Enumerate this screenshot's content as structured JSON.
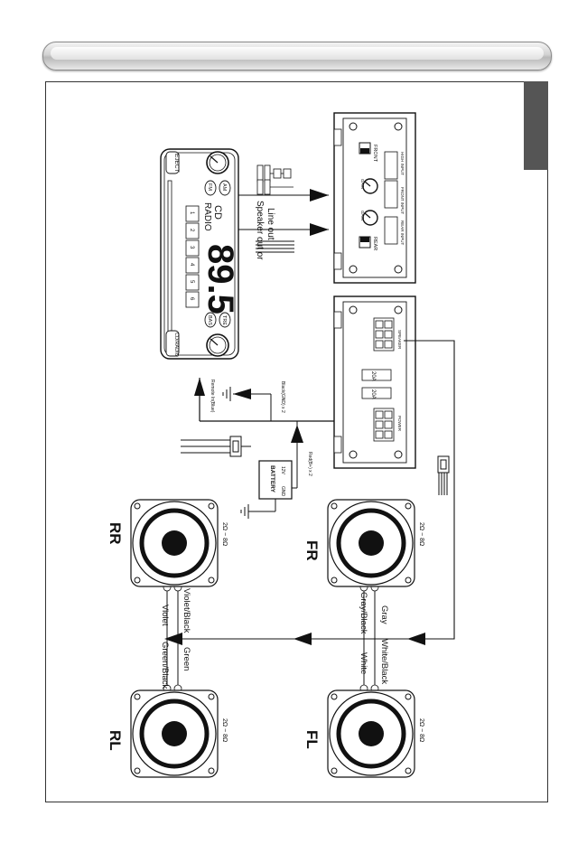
{
  "head_unit": {
    "eject": "EJECT",
    "am": "AM",
    "fm": "FM",
    "cd": "CD",
    "radio": "RADIO",
    "frequency": "89.5",
    "presets": [
      "1",
      "2",
      "3",
      "4",
      "5",
      "6"
    ],
    "tre": "TRE",
    "bas": "BAS",
    "function": "CD/RADIO"
  },
  "signal_labels": {
    "speaker_out_or": "Speaker out or",
    "line_out": "Line out"
  },
  "amp_top": {
    "front": "FRONT",
    "rear": "REAR",
    "front_input": "FRONT INPUT",
    "rear_input": "REAR INPUT",
    "high_input": "HIGH INPUT",
    "gain": "GAIN"
  },
  "amp_bottom": {
    "fuse1": "20A",
    "fuse2": "20A",
    "power": "POWER",
    "speaker": "SPEAKER"
  },
  "wiring": {
    "remote": "Remote In(Blue)",
    "ground": "Black(GND) x 2",
    "battery_plus": "Red(B+) x 2",
    "battery": "BATTERY",
    "v12": "12V",
    "gnd": "GND"
  },
  "speakers": {
    "rr": "RR",
    "fr": "FR",
    "rl": "RL",
    "fl": "FL",
    "impedance": "2Ω ~ 8Ω"
  },
  "wire_colors": {
    "violet_black": "Violet/Black",
    "violet": "Violet",
    "green": "Green",
    "green_black": "Green/Black",
    "gray": "Gray",
    "gray_black": "Gray/Black",
    "white_black": "White/Black",
    "white": "White"
  }
}
